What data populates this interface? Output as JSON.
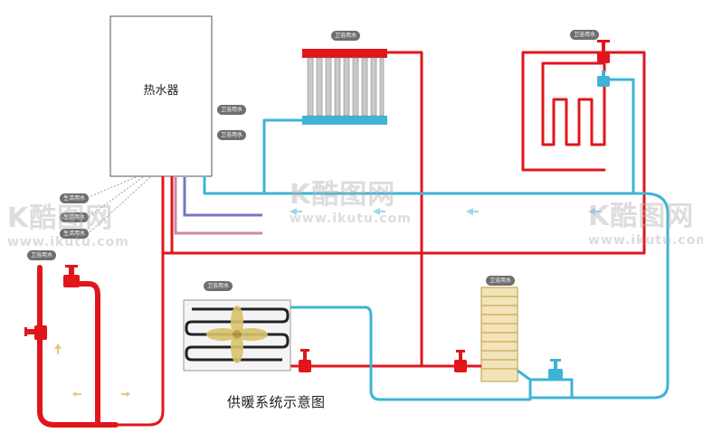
{
  "heater": {
    "label": "热水器"
  },
  "caption": "供暖系统示意图",
  "tags": {
    "bath": "卫浴用水",
    "life": "生活用水"
  },
  "watermark": {
    "logo": "K酷图网",
    "url": "www.ikutu.com"
  },
  "colors": {
    "hot_pipe": "#e0161c",
    "cold_pipe": "#3fb3d6",
    "purple_pipe": "#7b74c9",
    "pink_pipe": "#c98aa8",
    "flow_arrow": "#9fd6ee",
    "up_arrow": "#e9c77a",
    "radiator_top": "#e0161c",
    "radiator_bottom": "#3fb3d6",
    "towel_rack": "#e8cf8c"
  },
  "icons": {
    "valve": "valve-icon",
    "flow": "arrow-left-icon",
    "fan": "fan-icon"
  }
}
